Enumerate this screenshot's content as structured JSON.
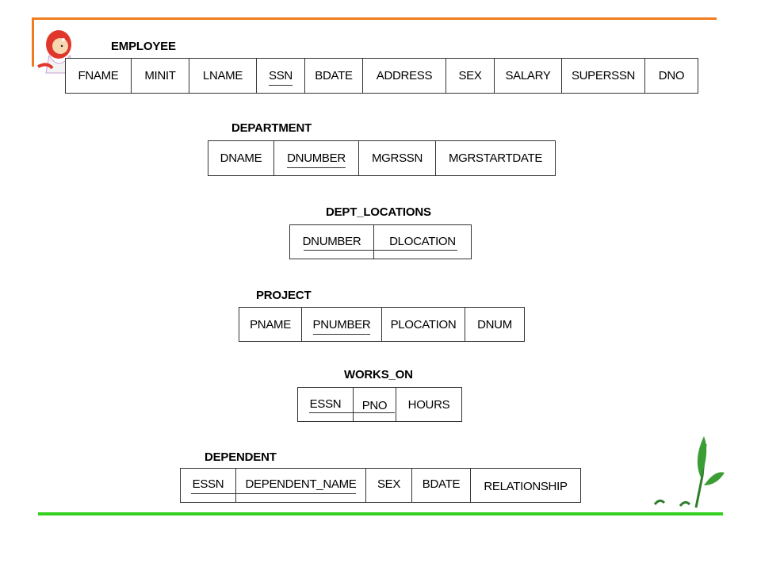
{
  "colors": {
    "top_rule": "#f07c1e",
    "bottom_rule": "#34d11f",
    "line": "#333333"
  },
  "decorations": {
    "top_left_icon": "girl-cartoon-icon",
    "bottom_right_icon": "plant-icon"
  },
  "relations": [
    {
      "title": "EMPLOYEE",
      "attributes": [
        "FNAME",
        "MINIT",
        "LNAME",
        "SSN",
        "BDATE",
        "ADDRESS",
        "SEX",
        "SALARY",
        "SUPERSSN",
        "DNO"
      ],
      "primary_key": [
        "SSN"
      ]
    },
    {
      "title": "DEPARTMENT",
      "attributes": [
        "DNAME",
        "DNUMBER",
        "MGRSSN",
        "MGRSTARTDATE"
      ],
      "primary_key": [
        "DNUMBER"
      ]
    },
    {
      "title": "DEPT_LOCATIONS",
      "attributes": [
        "DNUMBER",
        "DLOCATION"
      ],
      "primary_key": [
        "DNUMBER",
        "DLOCATION"
      ]
    },
    {
      "title": "PROJECT",
      "attributes": [
        "PNAME",
        "PNUMBER",
        "PLOCATION",
        "DNUM"
      ],
      "primary_key": [
        "PNUMBER"
      ]
    },
    {
      "title": "WORKS_ON",
      "attributes": [
        "ESSN",
        "PNO",
        "HOURS"
      ],
      "primary_key": [
        "ESSN",
        "PNO"
      ]
    },
    {
      "title": "DEPENDENT",
      "attributes": [
        "ESSN",
        "DEPENDENT_NAME",
        "SEX",
        "BDATE",
        "RELATIONSHIP"
      ],
      "primary_key": [
        "ESSN",
        "DEPENDENT_NAME"
      ]
    }
  ]
}
